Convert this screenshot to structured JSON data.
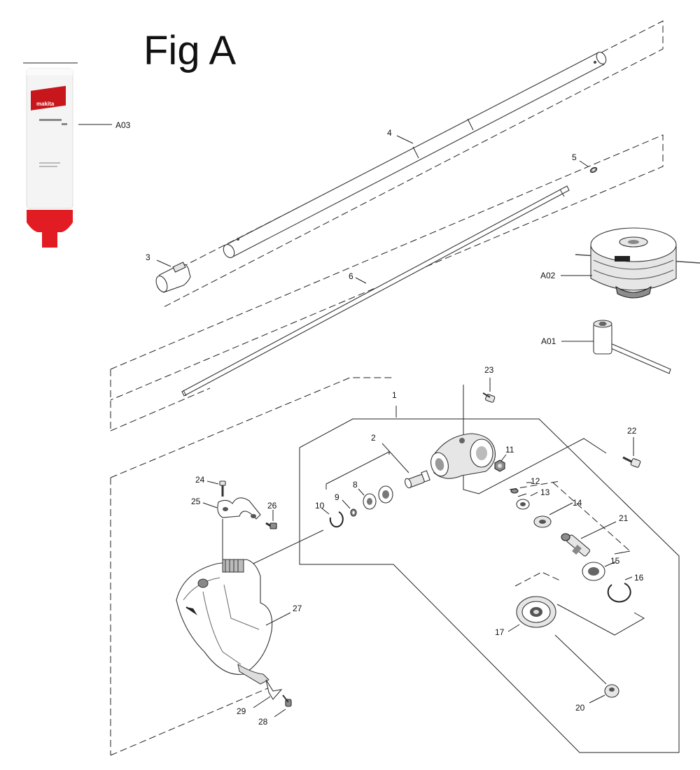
{
  "figure": {
    "title": "Fig A"
  },
  "labels": {
    "A01": "A01",
    "A02": "A02",
    "A03": "A03",
    "p1": "1",
    "p2": "2",
    "p3": "3",
    "p4": "4",
    "p5": "5",
    "p6": "6",
    "p8": "8",
    "p9": "9",
    "p10": "10",
    "p11": "11",
    "p12": "12",
    "p13": "13",
    "p14": "14",
    "p15": "15",
    "p16": "16",
    "p17": "17",
    "p20": "20",
    "p21": "21",
    "p22": "22",
    "p23": "23",
    "p24": "24",
    "p25": "25",
    "p26": "26",
    "p27": "27",
    "p28": "28",
    "p29": "29"
  },
  "colors": {
    "line": "#222222",
    "brand_red": "#d7191c",
    "label": "#111111"
  }
}
